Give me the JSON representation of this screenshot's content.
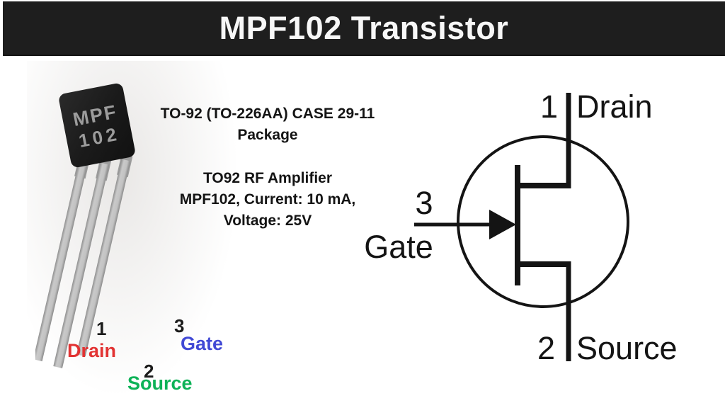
{
  "header": {
    "title": "MPF102 Transistor",
    "bg_color": "#1e1e1e",
    "text_color": "#f7f7f7"
  },
  "photo": {
    "marking_line1": "MPF",
    "marking_line2": "102",
    "pin1": {
      "number": "1",
      "name": "Drain",
      "color": "#e23333"
    },
    "pin2": {
      "number": "2",
      "name": "Source",
      "color": "#0db257"
    },
    "pin3": {
      "number": "3",
      "name": "Gate",
      "color": "#4149d5"
    }
  },
  "description": {
    "line1": "TO-92 (TO-226AA) CASE 29-11",
    "line2": "Package",
    "line3": "TO92 RF Amplifier",
    "line4": "MPF102, Current: 10 mA,",
    "line5": "Voltage: 25V"
  },
  "schematic": {
    "line_color": "#141414",
    "pin1": {
      "number": "1",
      "name": "Drain"
    },
    "pin2": {
      "number": "2",
      "name": "Source"
    },
    "pin3": {
      "number": "3",
      "name": "Gate"
    }
  }
}
